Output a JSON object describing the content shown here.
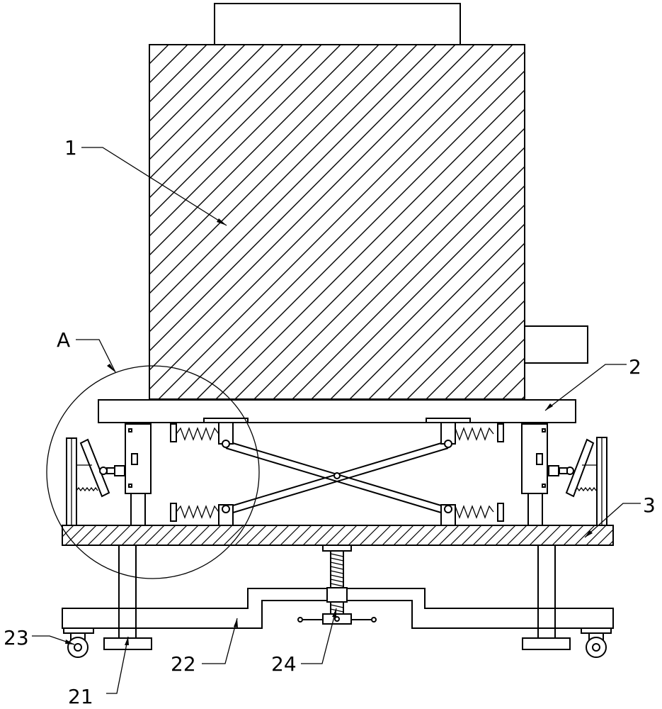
{
  "labels": {
    "l1": "1",
    "l2": "2",
    "l3": "3",
    "lA": "A",
    "l21": "21",
    "l22": "22",
    "l23": "23",
    "l24": "24"
  }
}
